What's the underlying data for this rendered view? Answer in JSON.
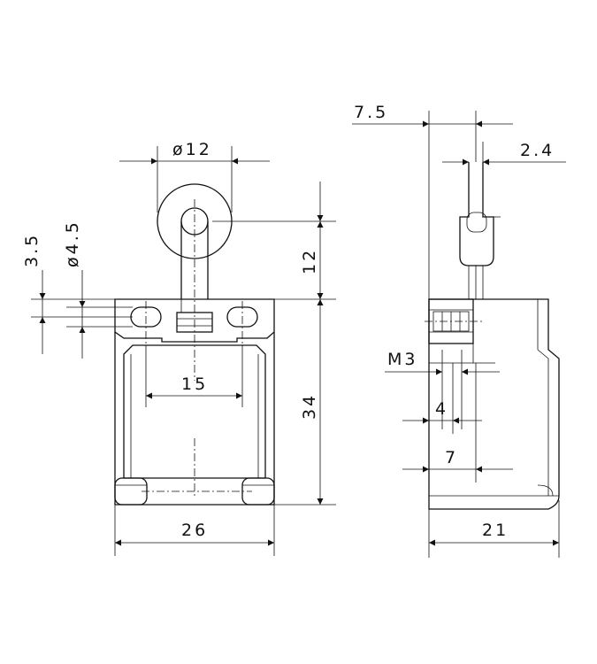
{
  "drawing": {
    "front_view": {
      "roller_diameter": "ø12",
      "roller_height": "12",
      "mount_hole_diameter": "ø4.5",
      "mount_hole_offset": "3.5",
      "hole_spacing": "15",
      "body_height": "34",
      "body_width": "26"
    },
    "side_view": {
      "lever_offset": "7.5",
      "lever_thickness": "2.4",
      "thread": "M3",
      "thread_offset_1": "4",
      "thread_offset_2": "7",
      "body_depth": "21"
    }
  }
}
